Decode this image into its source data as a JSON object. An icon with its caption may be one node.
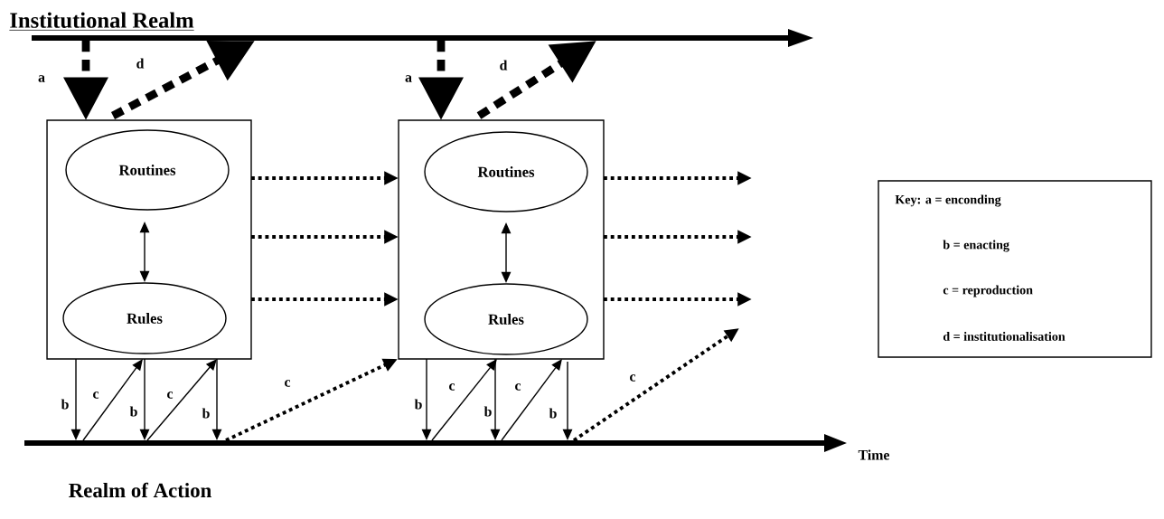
{
  "diagram": {
    "nodes": [
      {
        "text": [
          "Institutional Realm"
        ]
      },
      {
        "text": [],
        "shape": "box"
      },
      {
        "text": [
          "Routines"
        ],
        "in": 1
      },
      {
        "text": [
          "Rules"
        ],
        "in": 1
      },
      {
        "text": [],
        "shape": "box"
      },
      {
        "text": [
          "Routines"
        ],
        "in": 4
      },
      {
        "text": [
          "Rules"
        ],
        "in": 4
      },
      {
        "text": [
          "Realm of Action"
        ],
        "beside": [
          "Time"
        ]
      },
      {
        "text": [
          "Key: a = enconding",
          "b = enacting",
          "c = reproduction",
          "d = institutionalisation"
        ]
      }
    ],
    "edges": [
      {
        "from": 0,
        "to": 1,
        "arrow": "to",
        "label": "a",
        "style": "dashed"
      },
      {
        "from": 1,
        "to": 0,
        "arrow": "to",
        "label": "d",
        "style": "dashed"
      },
      {
        "from": 2,
        "to": 3,
        "arrow": "both"
      },
      {
        "from": 1,
        "to": 4,
        "arrow": "to",
        "style": "dashed"
      },
      {
        "from": 1,
        "to": 4,
        "arrow": "to",
        "style": "dashed"
      },
      {
        "from": 1,
        "to": 4,
        "arrow": "to",
        "style": "dashed"
      },
      {
        "from": 1,
        "to": 7,
        "arrow": "to",
        "label": "b"
      },
      {
        "from": 7,
        "to": 1,
        "arrow": "to",
        "label": "c"
      },
      {
        "from": 1,
        "to": 7,
        "arrow": "to",
        "label": "b"
      },
      {
        "from": 7,
        "to": 1,
        "arrow": "to",
        "label": "c"
      },
      {
        "from": 1,
        "to": 7,
        "arrow": "to",
        "label": "b"
      },
      {
        "from": 7,
        "to": 4,
        "arrow": "to",
        "label": "c",
        "style": "dashed"
      },
      {
        "from": 0,
        "to": 4,
        "arrow": "to",
        "label": "a",
        "style": "dashed"
      },
      {
        "from": 4,
        "to": 0,
        "arrow": "to",
        "label": "d",
        "style": "dashed"
      },
      {
        "from": 5,
        "to": 6,
        "arrow": "both"
      },
      {
        "from": 4,
        "to": null,
        "arrow": "to",
        "style": "dashed"
      },
      {
        "from": 4,
        "to": null,
        "arrow": "to",
        "style": "dashed"
      },
      {
        "from": 4,
        "to": null,
        "arrow": "to",
        "style": "dashed"
      },
      {
        "from": 4,
        "to": 7,
        "arrow": "to",
        "label": "b"
      },
      {
        "from": 7,
        "to": 4,
        "arrow": "to",
        "label": "c"
      },
      {
        "from": 4,
        "to": 7,
        "arrow": "to",
        "label": "b"
      },
      {
        "from": 7,
        "to": 4,
        "arrow": "to",
        "label": "c"
      },
      {
        "from": 4,
        "to": 7,
        "arrow": "to",
        "label": "b"
      },
      {
        "from": 7,
        "to": null,
        "arrow": "to",
        "label": "c",
        "style": "dashed"
      }
    ]
  }
}
